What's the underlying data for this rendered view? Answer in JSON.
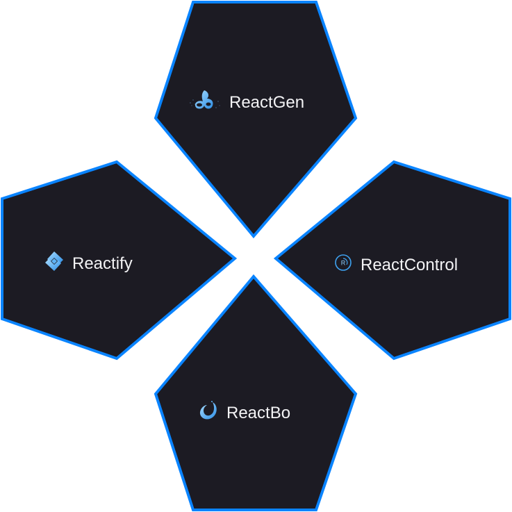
{
  "theme": {
    "fill": "#1c1b23",
    "stroke": "#0a84ff",
    "text": "#f3f3f5",
    "icon_light": "#8fd0ff",
    "icon_dark": "#2e8fe6"
  },
  "nodes": [
    {
      "id": "top",
      "name": "ReactGen",
      "icon": "reactgen-logo-icon"
    },
    {
      "id": "left",
      "name": "Reactify",
      "icon": "reactify-logo-icon"
    },
    {
      "id": "right",
      "name": "ReactControl",
      "icon": "reactcontrol-logo-icon"
    },
    {
      "id": "bottom",
      "name": "ReactBo",
      "icon": "reactbo-logo-icon"
    }
  ]
}
